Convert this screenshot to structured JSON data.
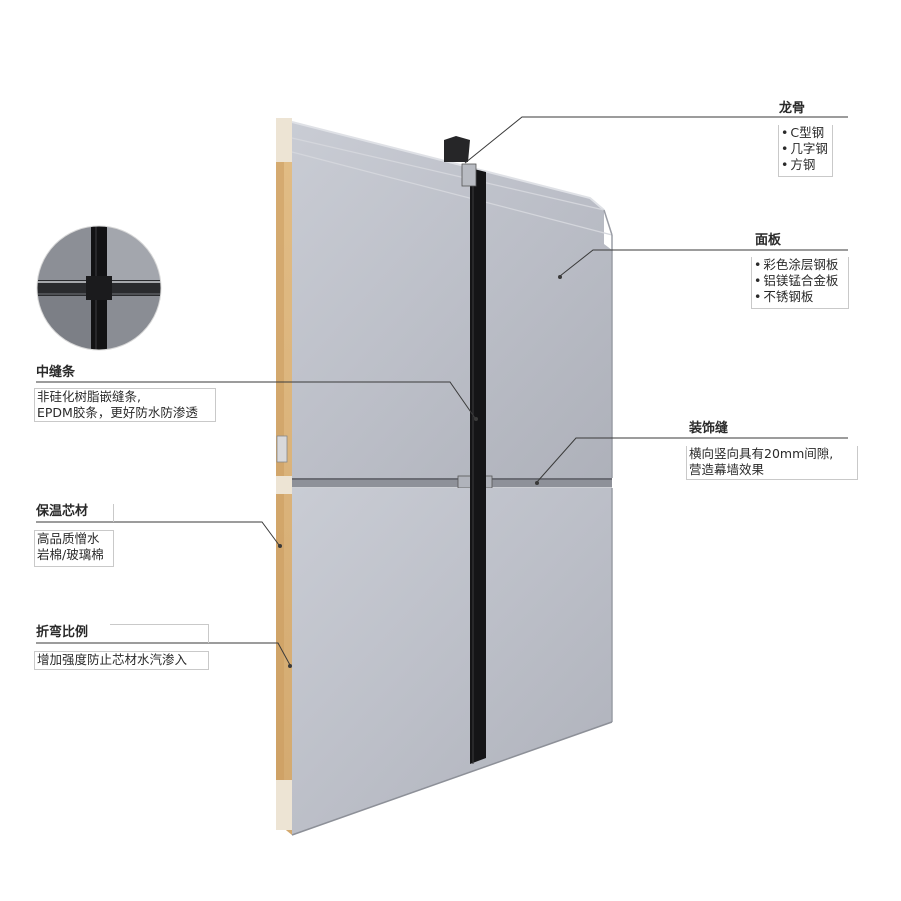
{
  "colors": {
    "panel": "#b9bcc5",
    "panel_light": "#cdd0d8",
    "joint": "#161618",
    "core": "#d9b27c",
    "line": "#3a3a3a"
  },
  "callouts": {
    "keel": {
      "title": "龙骨",
      "items": [
        "C型钢",
        "几字钢",
        "方钢"
      ]
    },
    "panel": {
      "title": "面板",
      "items": [
        "彩色涂层钢板",
        "铝镁锰合金板",
        "不锈钢板"
      ]
    },
    "center_seam": {
      "title": "中缝条",
      "lines": [
        "非硅化树脂嵌缝条,",
        "EPDM胶条，更好防水防渗透"
      ]
    },
    "decor_seam": {
      "title": "装饰缝",
      "lines": [
        "横向竖向具有20mm间隙,",
        "营造幕墙效果"
      ]
    },
    "insulation": {
      "title": "保温芯材",
      "lines": [
        "高品质憎水",
        "岩棉/玻璃棉"
      ]
    },
    "bend": {
      "title": "折弯比例",
      "lines": [
        "增加强度防止芯材水汽渗入"
      ]
    }
  }
}
